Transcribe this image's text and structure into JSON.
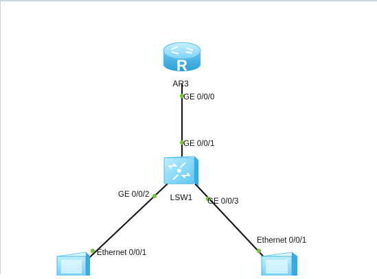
{
  "topology": {
    "devices": [
      {
        "id": "ar3",
        "name": "AR3",
        "icon": "router-icon",
        "icon_letter": "R"
      },
      {
        "id": "lsw1",
        "name": "LSW1",
        "icon": "switch-icon"
      },
      {
        "id": "pc-left",
        "name": "",
        "icon": "pc-icon"
      },
      {
        "id": "pc-right",
        "name": "",
        "icon": "pc-icon"
      }
    ],
    "ports": {
      "ar3_ge000": "GE 0/0/0",
      "lsw1_ge001": "GE 0/0/1",
      "lsw1_ge002": "GE 0/0/2",
      "lsw1_ge003": "GE 0/0/3",
      "pcl_eth001": "Ethernet 0/0/1",
      "pcr_eth001": "Ethernet 0/0/1"
    },
    "colors": {
      "link": "#1a1a1a",
      "port_dot": "#7ac143",
      "device_light": "#a8e4fb",
      "device_mid": "#5ec8f2",
      "device_dark": "#2b9fd6"
    }
  }
}
